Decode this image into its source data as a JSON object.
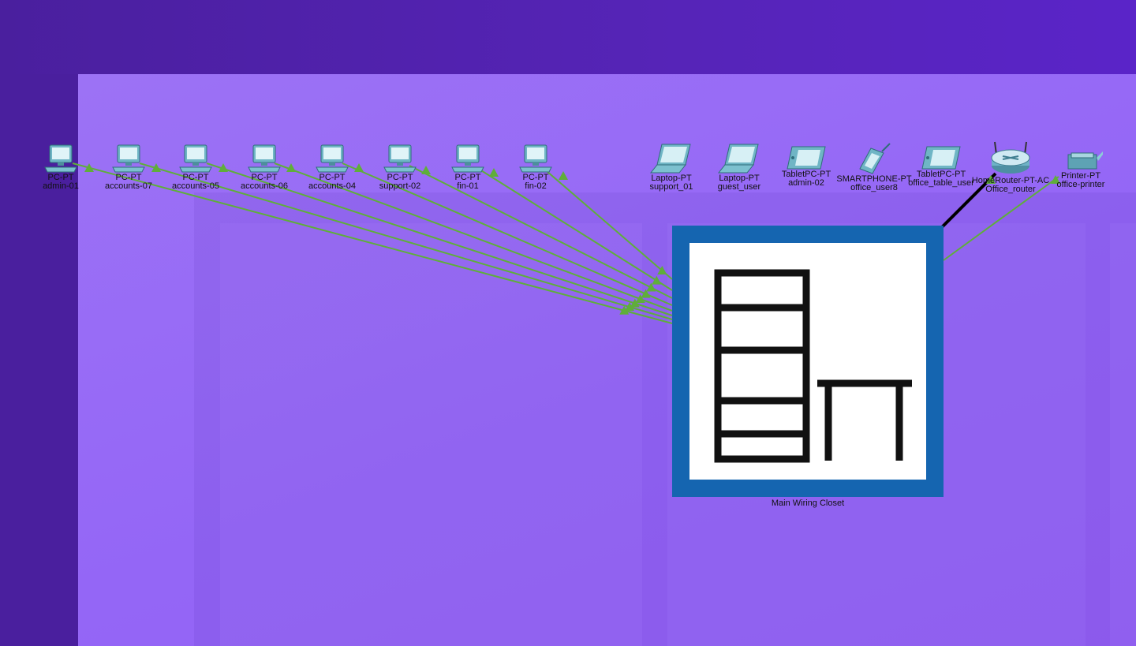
{
  "devices": [
    {
      "id": "d1",
      "type": "PC-PT",
      "name": "admin-01",
      "icon": "pc-icon"
    },
    {
      "id": "d2",
      "type": "PC-PT",
      "name": "accounts-07",
      "icon": "pc-icon"
    },
    {
      "id": "d3",
      "type": "PC-PT",
      "name": "accounts-05",
      "icon": "pc-icon"
    },
    {
      "id": "d4",
      "type": "PC-PT",
      "name": "accounts-06",
      "icon": "pc-icon"
    },
    {
      "id": "d5",
      "type": "PC-PT",
      "name": "accounts-04",
      "icon": "pc-icon"
    },
    {
      "id": "d6",
      "type": "PC-PT",
      "name": "support-02",
      "icon": "pc-icon"
    },
    {
      "id": "d7",
      "type": "PC-PT",
      "name": "fin-01",
      "icon": "pc-icon"
    },
    {
      "id": "d8",
      "type": "PC-PT",
      "name": "fin-02",
      "icon": "pc-icon"
    },
    {
      "id": "d9",
      "type": "Laptop-PT",
      "name": "support_01",
      "icon": "laptop-icon"
    },
    {
      "id": "d10",
      "type": "Laptop-PT",
      "name": "guest_user",
      "icon": "laptop-icon"
    },
    {
      "id": "d11",
      "type": "TabletPC-PT",
      "name": "admin-02",
      "icon": "tablet-icon"
    },
    {
      "id": "d12",
      "type": "SMARTPHONE-PT",
      "name": "office_user8",
      "icon": "smartphone-icon"
    },
    {
      "id": "d13",
      "type": "TabletPC-PT",
      "name": "office_table_user",
      "icon": "tablet-icon"
    },
    {
      "id": "d14",
      "type": "HomeRouter-PT-AC",
      "name": "Office_router",
      "icon": "router-icon"
    },
    {
      "id": "d15",
      "type": "Printer-PT",
      "name": "office-printer",
      "icon": "printer-icon"
    }
  ],
  "closet": {
    "label": "Main Wiring Closet",
    "icon": "wiring-closet-icon"
  },
  "colors": {
    "link_green": "#5fae3a",
    "link_black": "#000000",
    "closet_border": "#1565b0",
    "workspace": "#9466f6",
    "background": "#5a24c2"
  }
}
